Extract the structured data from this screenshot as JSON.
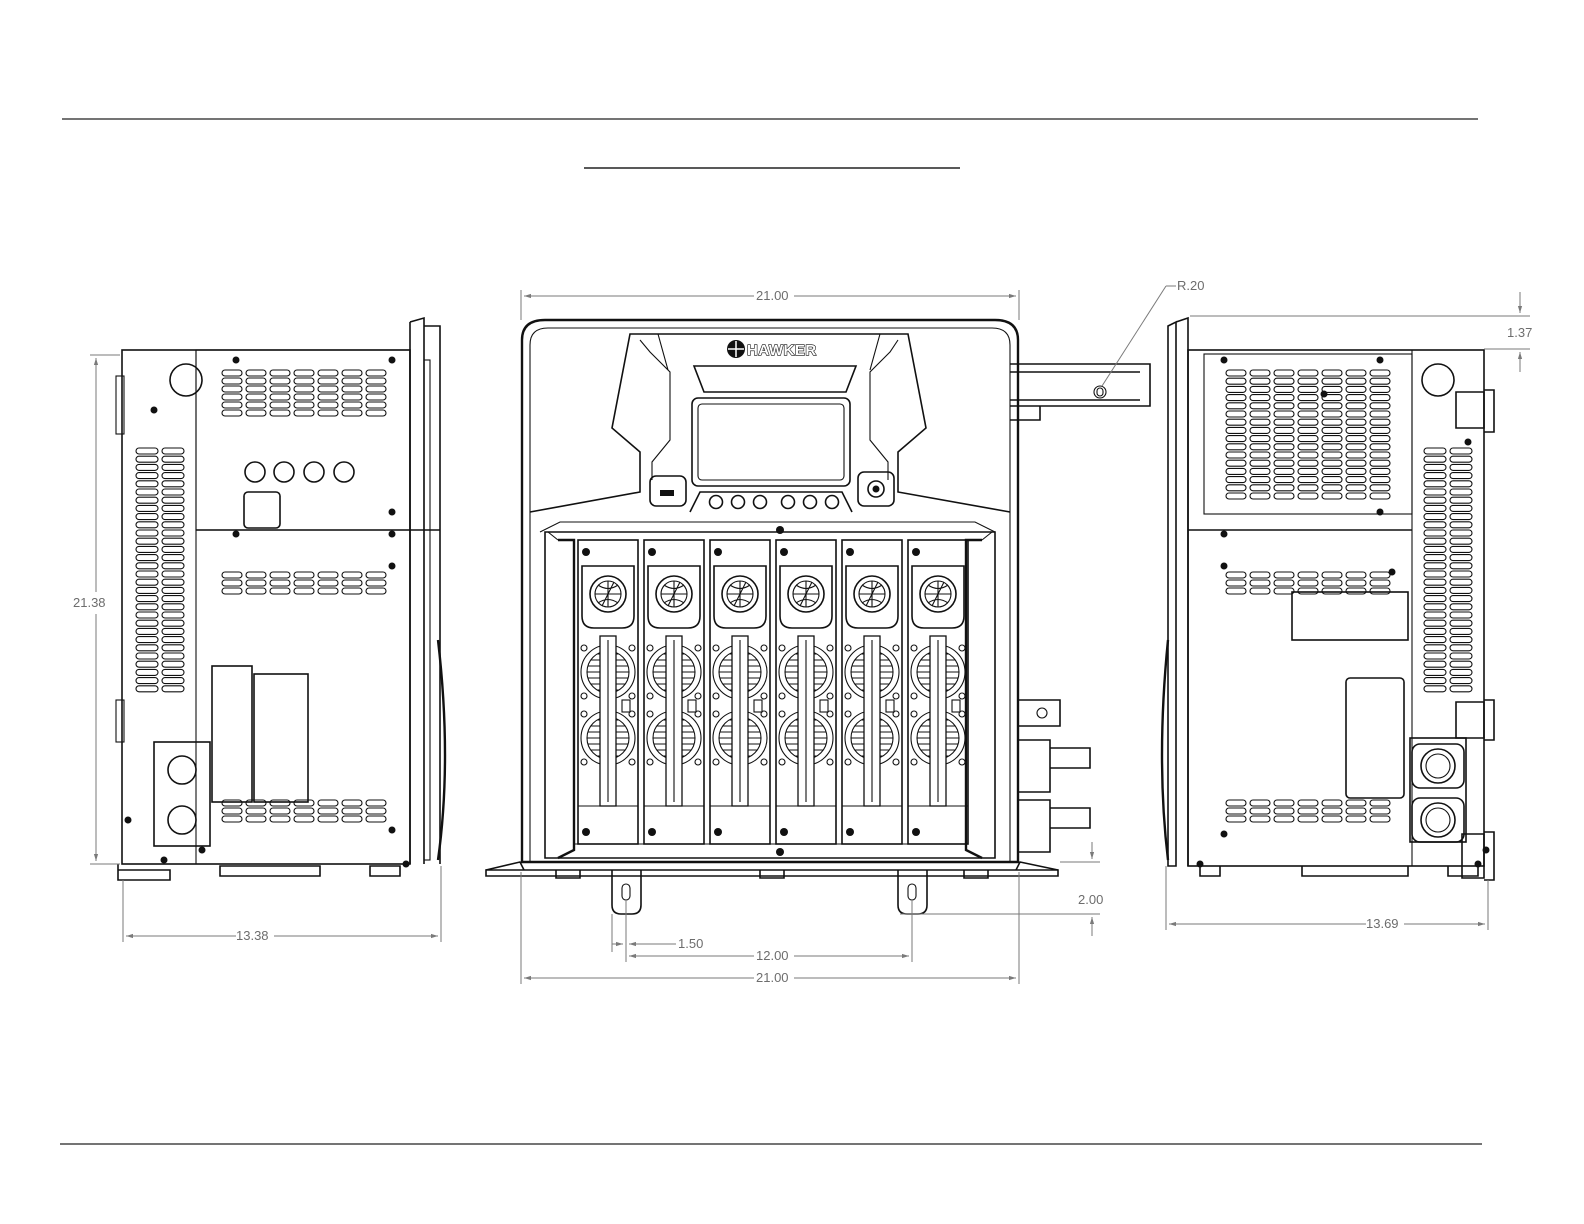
{
  "drawing": {
    "brand_logo_text": "HAWKER",
    "views": [
      "left-side-view",
      "front-view",
      "right-side-view"
    ],
    "dimensions": {
      "left_height": "21.38",
      "left_depth": "13.38",
      "front_top_width": "21.00",
      "front_bottom_width": "21.00",
      "foot_spacing": "12.00",
      "foot_offset": "1.50",
      "foot_height": "2.00",
      "radius": "R.20",
      "right_top_offset": "1.37",
      "right_depth": "13.69"
    },
    "module_count": 6
  }
}
